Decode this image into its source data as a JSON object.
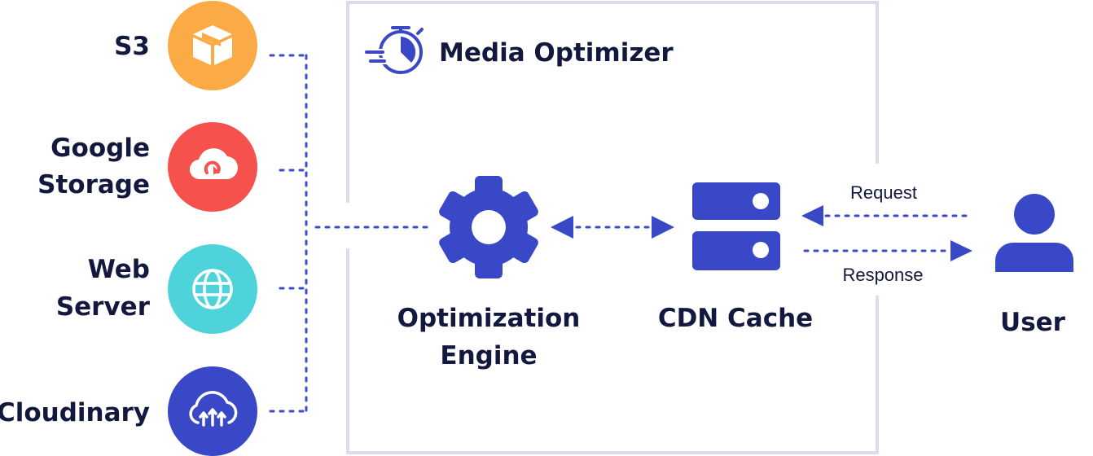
{
  "optimizer": {
    "title": "Media Optimizer"
  },
  "sources": [
    {
      "label_lines": [
        "S3"
      ],
      "icon": "box-icon",
      "color": "#fbab45"
    },
    {
      "label_lines": [
        "Google",
        "Storage"
      ],
      "icon": "cloud-sync-icon",
      "color": "#f5524e"
    },
    {
      "label_lines": [
        "Web",
        "Server"
      ],
      "icon": "globe-icon",
      "color": "#4fd3db"
    },
    {
      "label_lines": [
        "Cloudinary"
      ],
      "icon": "cloudinary-cloud-icon",
      "color": "#3848c7"
    }
  ],
  "engine": {
    "label_lines": [
      "Optimization",
      "Engine"
    ],
    "icon": "gear-icon"
  },
  "cdn": {
    "label": "CDN Cache",
    "icon": "server-icon"
  },
  "user": {
    "label": "User",
    "icon": "user-icon"
  },
  "flows": {
    "request": "Request",
    "response": "Response"
  },
  "colors": {
    "primary": "#3848c7",
    "text": "#13183f",
    "frame": "#d9dcee"
  }
}
